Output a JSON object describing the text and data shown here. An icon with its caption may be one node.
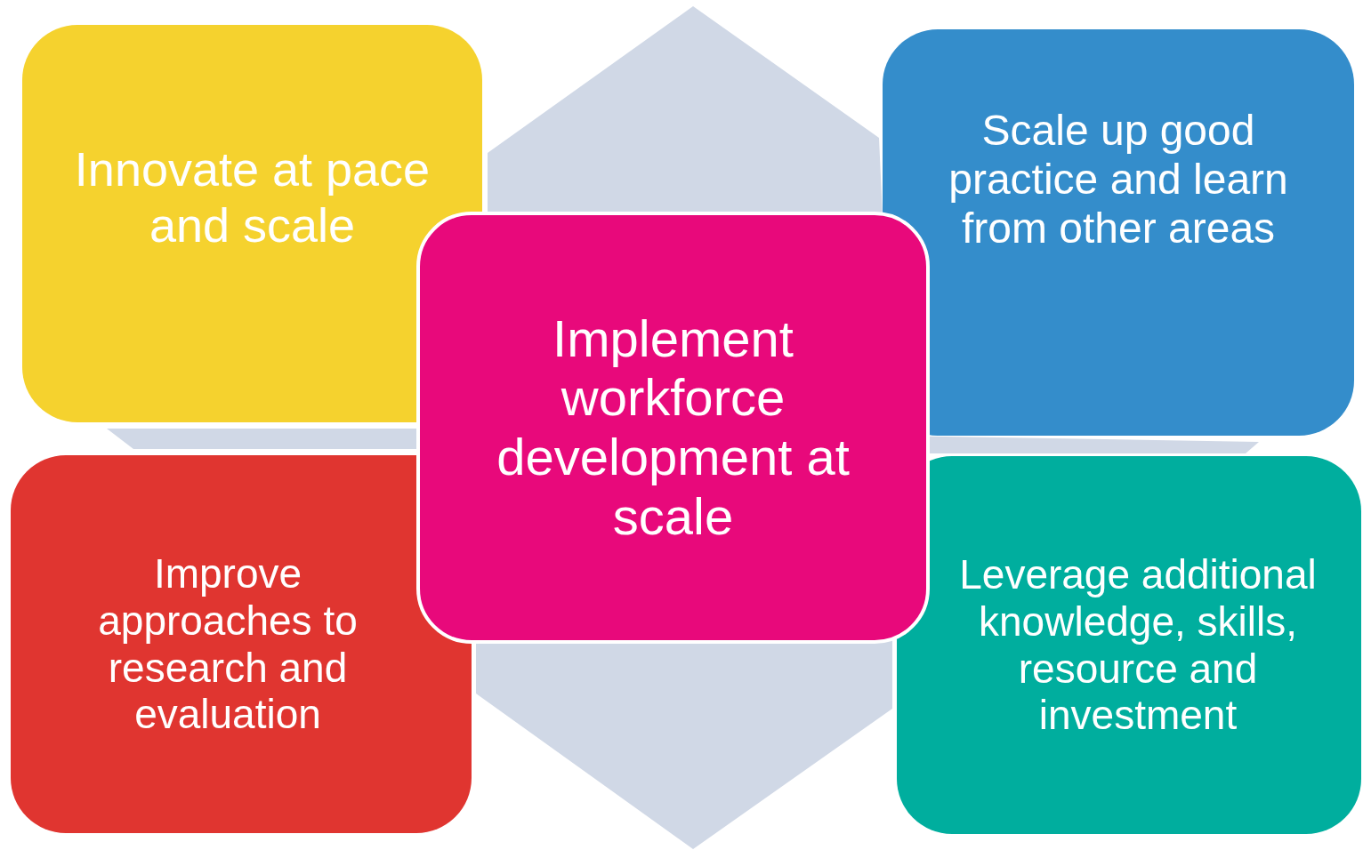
{
  "diagram": {
    "nodes": [
      {
        "text": [
          "Innovate at pace and scale"
        ]
      },
      {
        "text": [
          "Scale up good practice and learn from other areas"
        ]
      },
      {
        "text": [
          "Implement workforce development at scale"
        ]
      },
      {
        "text": [
          "Improve approaches to research and evaluation"
        ]
      },
      {
        "text": [
          "Leverage additional knowledge, skills, resource and investment"
        ]
      }
    ]
  }
}
